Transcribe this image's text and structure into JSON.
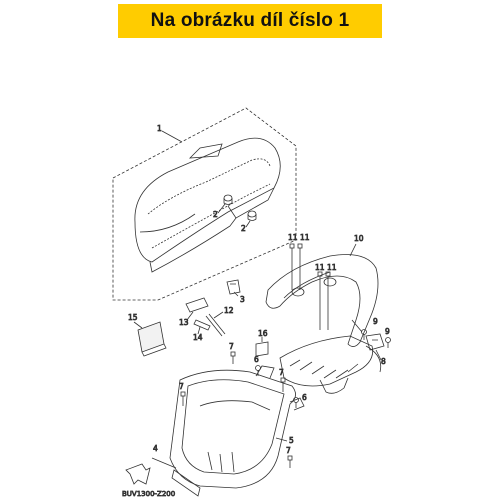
{
  "banner": {
    "text": "Na obrázku díl číslo 1"
  },
  "diagram": {
    "code": "BUV1300-Z200",
    "callouts": {
      "c1": "1",
      "c2a": "2",
      "c2b": "2",
      "c3": "3",
      "c4": "4",
      "c5": "5",
      "c6a": "6",
      "c6b": "6",
      "c7a": "7",
      "c7b": "7",
      "c7c": "7",
      "c7d": "7",
      "c8": "8",
      "c9a": "9",
      "c9b": "9",
      "c10": "10",
      "c11a": "11",
      "c11b": "11",
      "c11c": "11",
      "c11d": "11",
      "c12": "12",
      "c13": "13",
      "c14": "14",
      "c15": "15",
      "c16": "16"
    }
  }
}
